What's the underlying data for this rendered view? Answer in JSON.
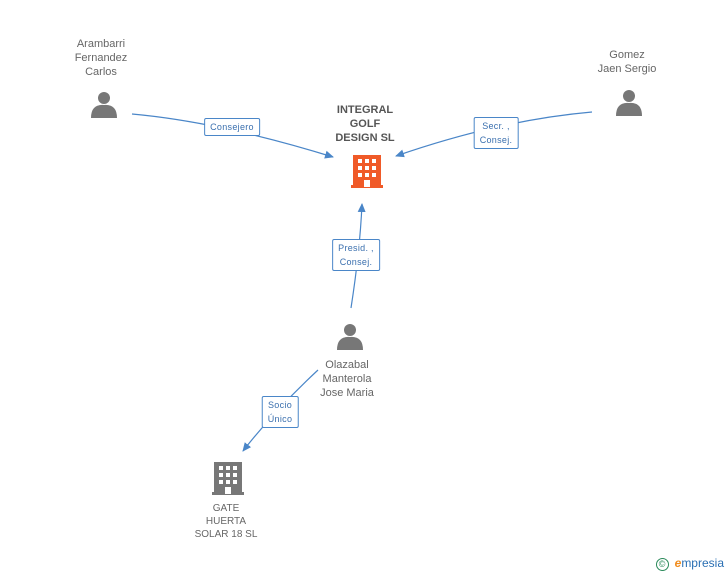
{
  "nodes": {
    "main": {
      "lines": [
        "INTEGRAL",
        "GOLF",
        "DESIGN SL"
      ],
      "color": "#f05a28",
      "icon": "building-icon"
    },
    "arambarri": {
      "lines": [
        "Arambarri",
        "Fernandez",
        "Carlos"
      ],
      "icon": "person-icon"
    },
    "gomez": {
      "lines": [
        "Gomez",
        "Jaen Sergio"
      ],
      "icon": "person-icon"
    },
    "olazabal": {
      "lines": [
        "Olazabal",
        "Manterola",
        "Jose Maria"
      ],
      "icon": "person-icon"
    },
    "gate": {
      "lines": [
        "GATE",
        "HUERTA",
        "SOLAR 18 SL"
      ],
      "color": "#777777",
      "icon": "building-icon"
    }
  },
  "edges": {
    "consejero": {
      "lines": [
        "Consejero"
      ]
    },
    "secr": {
      "lines": [
        "Secr. ,",
        "Consej."
      ]
    },
    "presid": {
      "lines": [
        "Presid. ,",
        "Consej."
      ]
    },
    "socio": {
      "lines": [
        "Socio",
        "Único"
      ]
    }
  },
  "colors": {
    "edge": "#4a86c8",
    "person": "#777777"
  },
  "footer": {
    "copyright": "©",
    "brand_e": "e",
    "brand_rest": "mpresia"
  }
}
